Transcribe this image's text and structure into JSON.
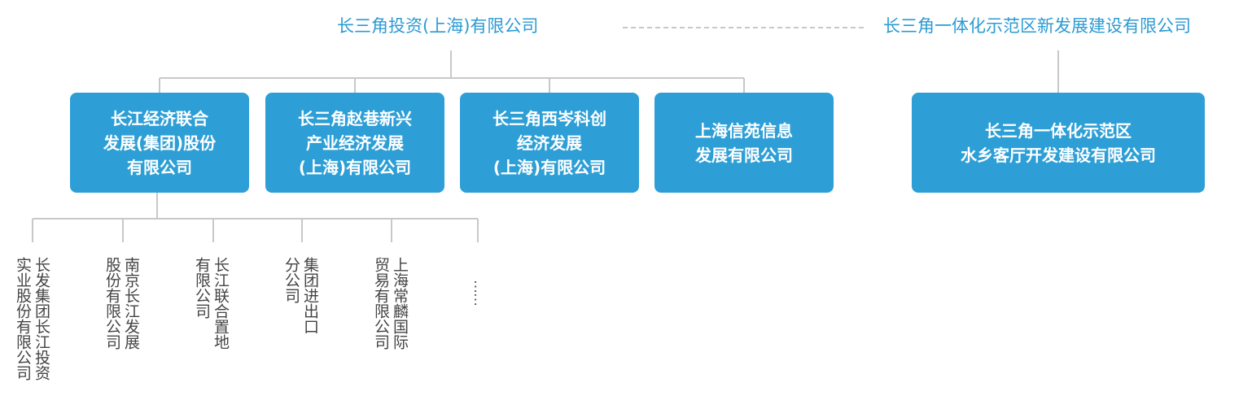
{
  "top": {
    "left_company": "长三角投资(上海)有限公司",
    "right_company": "长三角一体化示范区新发展建设有限公司"
  },
  "boxes": [
    {
      "lines": [
        "长江经济联合",
        "发展(集团)股份",
        "有限公司"
      ]
    },
    {
      "lines": [
        "长三角赵巷新兴",
        "产业经济发展",
        "(上海)有限公司"
      ]
    },
    {
      "lines": [
        "长三角西岑科创",
        "经济发展",
        "(上海)有限公司"
      ]
    },
    {
      "lines": [
        "上海信苑信息",
        "发展有限公司"
      ]
    },
    {
      "lines": [
        "长三角一体化示范区",
        "水乡客厅开发建设有限公司"
      ]
    }
  ],
  "subsidiaries": [
    {
      "cols": [
        "长发集团长江投资",
        "实业股份有限公司"
      ]
    },
    {
      "cols": [
        "南京长江发展",
        "股份有限公司"
      ]
    },
    {
      "cols": [
        "长江联合置地",
        "有限公司"
      ]
    },
    {
      "cols": [
        "集团进出口",
        "分公司"
      ]
    },
    {
      "cols": [
        "上海常麟国际",
        "贸易有限公司"
      ]
    }
  ],
  "more": "……",
  "colors": {
    "box": "#2e9fd6",
    "title": "#2b9bd3",
    "line": "#c8c8c8"
  }
}
